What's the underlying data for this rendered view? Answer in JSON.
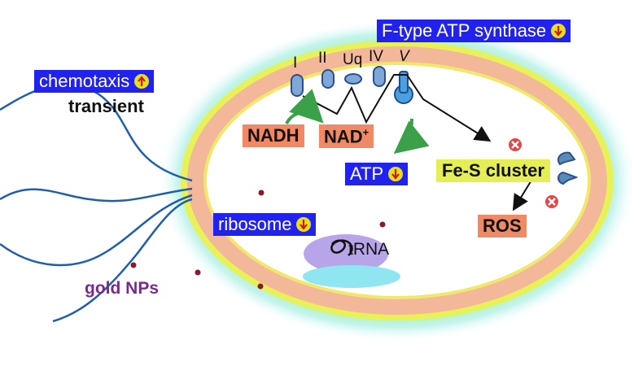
{
  "labels": {
    "f_type": "F-type ATP synthase",
    "chemotaxis": "chemotaxis",
    "transient": "transient",
    "nadh": "NADH",
    "nad": "NAD",
    "nad_sup": "+",
    "atp": "ATP",
    "fes": "Fe-S cluster",
    "ribosome": "ribosome",
    "ros": "ROS",
    "trna": "tRNA",
    "gold": "gold NPs",
    "complex_I": "I",
    "complex_II": "II",
    "uq": "Uq",
    "complex_IV": "IV",
    "complex_V": "V"
  },
  "indicators": {
    "f_type": "down",
    "chemotaxis": "up",
    "atp": "down",
    "ribosome": "down"
  },
  "colors": {
    "blue_label": "#2222ee",
    "orange_label": "#f08a66",
    "yellow_label": "#e6ee55",
    "gold_np_text": "#7a2a8a",
    "membrane": "#f3b89a",
    "flagella": "#1f5fa8",
    "cytoplasm": "#ffffff"
  }
}
